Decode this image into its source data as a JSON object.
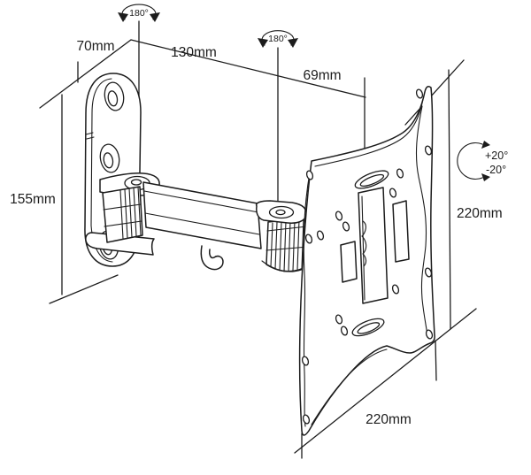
{
  "diagram": {
    "type": "technical-line-drawing",
    "subject": "Articulating TV wall-mount bracket with dimension annotations",
    "colors": {
      "line": "#1c1c1c",
      "background": "#ffffff"
    },
    "dimensions": {
      "wall_plate_width": "70mm",
      "arm_reach": "130mm",
      "pivot_to_plate": "69mm",
      "wall_plate_height": "155mm",
      "vesa_plate_height": "220mm",
      "vesa_plate_width": "220mm"
    },
    "rotations": {
      "wall_swivel": "180°",
      "arm_swivel": "180°",
      "tilt_up": "+20°",
      "tilt_down": "-20°"
    }
  }
}
